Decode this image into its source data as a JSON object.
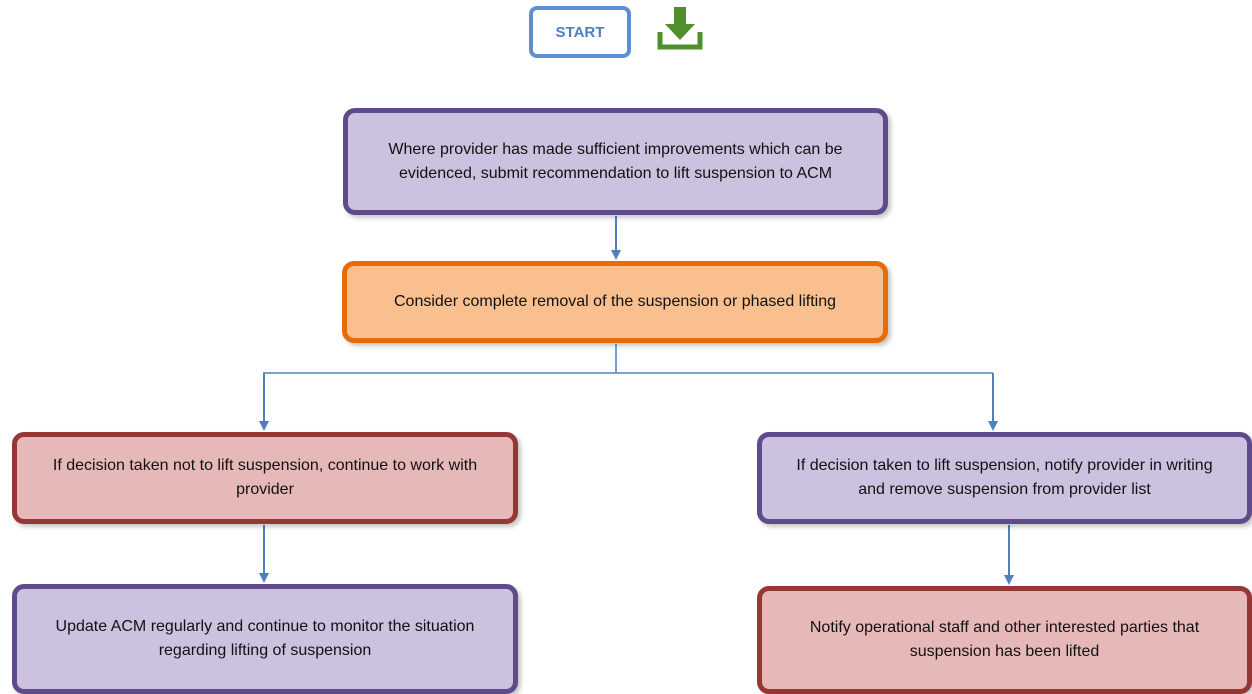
{
  "header": {
    "start_label": "START",
    "download_icon": "download-icon"
  },
  "colors": {
    "start_border": "#5b8fcf",
    "download_green": "#4f8f2e",
    "connector": "#4f81bd",
    "purple_fill": "#ccc1de",
    "purple_border": "#5f4b8b",
    "orange_fill": "#f9bf8f",
    "orange_border": "#e46c0a",
    "red_fill": "#e6b9b8",
    "red_border": "#953735"
  },
  "flow": {
    "improvements": "Where provider has made sufficient improvements which can be evidenced, submit recommendation to lift suspension to ACM",
    "consider": "Consider complete removal of the suspension or phased lifting",
    "not_lift": "If decision taken not to lift suspension, continue to work with provider",
    "lift": "If decision taken to lift suspension, notify provider in writing and remove suspension from provider list",
    "update_acm": "Update ACM regularly and continue to monitor the situation regarding lifting of suspension",
    "notify_staff": "Notify operational staff and other interested parties that suspension has been lifted"
  }
}
